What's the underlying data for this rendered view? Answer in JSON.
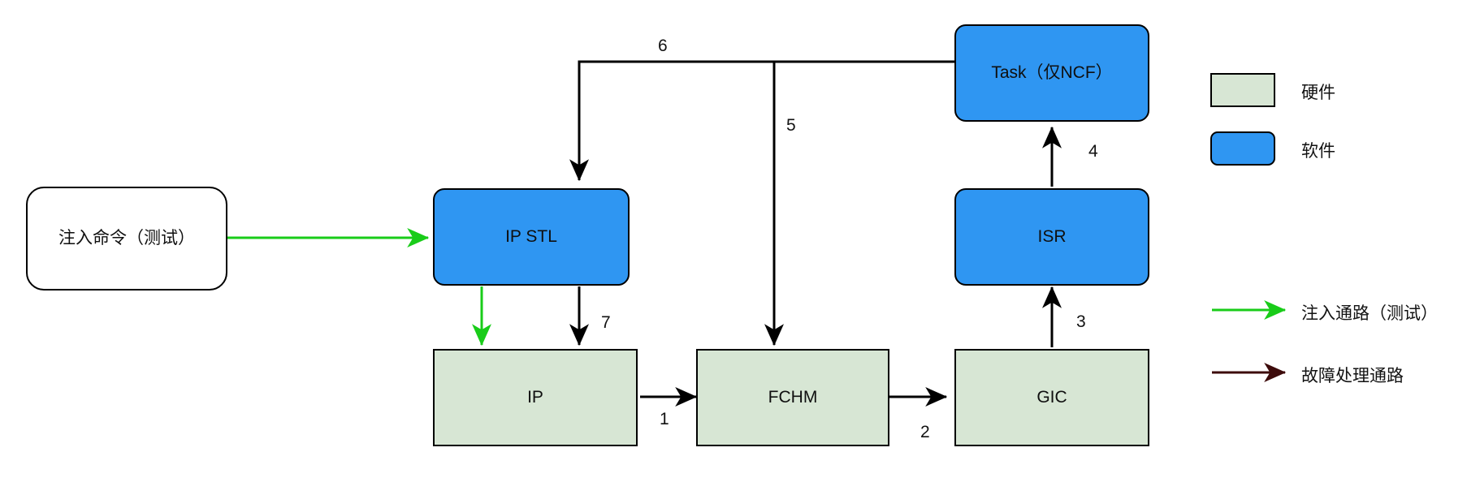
{
  "diagram": {
    "title": "",
    "colors": {
      "software_fill": "#2f96f2",
      "hardware_fill": "#d7e6d4",
      "command_fill": "#ffffff",
      "inject_path": "#19cc19",
      "fault_path": "#3d0b0b",
      "stroke": "#000000"
    },
    "nodes": [
      {
        "id": "inject_cmd",
        "label": "注入命令（测试）",
        "kind": "command"
      },
      {
        "id": "ip_stl",
        "label": "IP STL",
        "kind": "software"
      },
      {
        "id": "task",
        "label": "Task（仅NCF）",
        "kind": "software"
      },
      {
        "id": "isr",
        "label": "ISR",
        "kind": "software"
      },
      {
        "id": "ip",
        "label": "IP",
        "kind": "hardware"
      },
      {
        "id": "fchm",
        "label": "FCHM",
        "kind": "hardware"
      },
      {
        "id": "gic",
        "label": "GIC",
        "kind": "hardware"
      }
    ],
    "edges": [
      {
        "id": "e1",
        "from": "ip",
        "to": "fchm",
        "label": "1",
        "style": "fault"
      },
      {
        "id": "e2",
        "from": "fchm",
        "to": "gic",
        "label": "2",
        "style": "fault"
      },
      {
        "id": "e3",
        "from": "gic",
        "to": "isr",
        "label": "3",
        "style": "fault"
      },
      {
        "id": "e4",
        "from": "isr",
        "to": "task",
        "label": "4",
        "style": "fault"
      },
      {
        "id": "e5",
        "from": "task",
        "to": "fchm",
        "label": "5",
        "style": "fault"
      },
      {
        "id": "e6",
        "from": "task",
        "to": "ip_stl",
        "label": "6",
        "style": "fault"
      },
      {
        "id": "e7",
        "from": "ip_stl",
        "to": "ip",
        "label": "7",
        "style": "fault"
      },
      {
        "id": "e8",
        "from": "inject_cmd",
        "to": "ip_stl",
        "label": "",
        "style": "inject"
      },
      {
        "id": "e9",
        "from": "ip_stl",
        "to": "ip",
        "label": "",
        "style": "inject"
      }
    ]
  },
  "legend": {
    "items": [
      {
        "id": "legend-hardware",
        "type": "swatch",
        "swatch": "hardware",
        "label": "硬件"
      },
      {
        "id": "legend-software",
        "type": "swatch",
        "swatch": "software",
        "label": "软件"
      },
      {
        "id": "legend-inject-path",
        "type": "arrow",
        "color": "#19cc19",
        "label": "注入通路（测试）"
      },
      {
        "id": "legend-fault-path",
        "type": "arrow",
        "color": "#3d0b0b",
        "label": "故障处理通路"
      }
    ]
  }
}
